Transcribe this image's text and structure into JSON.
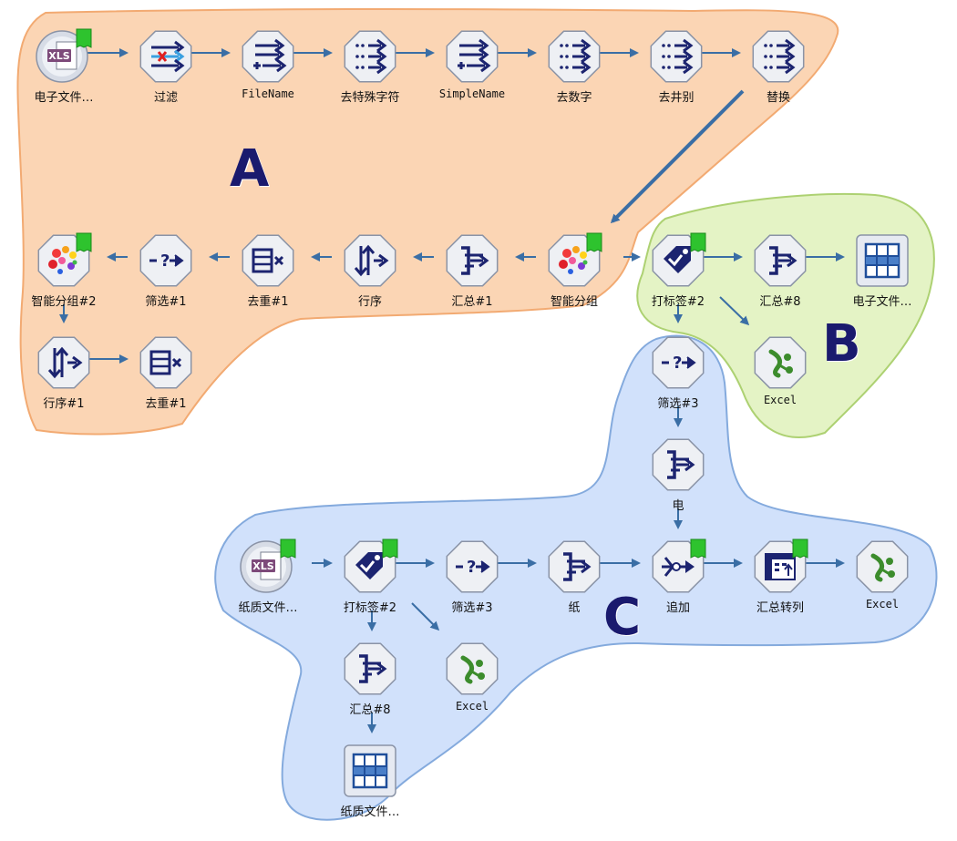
{
  "regions": [
    {
      "id": "A",
      "label": "A",
      "fill": "#fbd3b0",
      "stroke": "#f2a66b"
    },
    {
      "id": "B",
      "label": "B",
      "fill": "#e3f3c2",
      "stroke": "#a9cf6b"
    },
    {
      "id": "C",
      "label": "C",
      "fill": "#cfe0fb",
      "stroke": "#7ea6dc"
    }
  ],
  "colors": {
    "arrow": "#3a6ea5",
    "node_fill": "#eef0f4",
    "node_stroke": "#8a93a6",
    "glyph": "#1c2470",
    "flag": "#2ec32e",
    "excel_green": "#3c8c2c"
  },
  "nodes": {
    "a_src": {
      "label": "电子文件…",
      "icon": "xls-source-icon",
      "flag": true
    },
    "a_filter": {
      "label": "过滤",
      "icon": "filter-icon"
    },
    "a_filename": {
      "label": "FileName",
      "icon": "derive-icon"
    },
    "a_strip": {
      "label": "去特殊字符",
      "icon": "filler-icon"
    },
    "a_simplename": {
      "label": "SimpleName",
      "icon": "derive-icon"
    },
    "a_digits": {
      "label": "去数字",
      "icon": "filler-icon"
    },
    "a_hash": {
      "label": "去井别",
      "icon": "filler-icon"
    },
    "a_replace": {
      "label": "替换",
      "icon": "filler-icon"
    },
    "a_smart": {
      "label": "智能分组",
      "icon": "cluster-icon",
      "flag": true
    },
    "a_agg1": {
      "label": "汇总#1",
      "icon": "aggregate-icon"
    },
    "a_sort": {
      "label": "行序",
      "icon": "sort-icon"
    },
    "a_dedup1": {
      "label": "去重#1",
      "icon": "distinct-icon"
    },
    "a_select1": {
      "label": "筛选#1",
      "icon": "select-icon"
    },
    "a_smart2": {
      "label": "智能分组#2",
      "icon": "cluster-icon",
      "flag": true
    },
    "a_sort1": {
      "label": "行序#1",
      "icon": "sort-icon"
    },
    "a_dedup1b": {
      "label": "去重#1",
      "icon": "distinct-icon"
    },
    "b_tag2": {
      "label": "打标签#2",
      "icon": "tag-icon",
      "flag": true
    },
    "b_agg8": {
      "label": "汇总#8",
      "icon": "aggregate-icon"
    },
    "b_file": {
      "label": "电子文件…",
      "icon": "table-output-icon"
    },
    "b_excel": {
      "label": "Excel",
      "icon": "excel-icon"
    },
    "c_select3top": {
      "label": "筛选#3",
      "icon": "select-icon"
    },
    "c_elec": {
      "label": "电",
      "icon": "aggregate-icon"
    },
    "c_src": {
      "label": "纸质文件…",
      "icon": "xls-source-icon",
      "flag": true
    },
    "c_tag2": {
      "label": "打标签#2",
      "icon": "tag-icon",
      "flag": true
    },
    "c_select3": {
      "label": "筛选#3",
      "icon": "select-icon"
    },
    "c_paper": {
      "label": "纸",
      "icon": "aggregate-icon"
    },
    "c_append": {
      "label": "追加",
      "icon": "append-icon",
      "flag": true
    },
    "c_transpose": {
      "label": "汇总转列",
      "icon": "transpose-icon",
      "flag": true
    },
    "c_excel": {
      "label": "Excel",
      "icon": "excel-icon"
    },
    "c_excel2": {
      "label": "Excel",
      "icon": "excel-icon"
    },
    "c_agg8": {
      "label": "汇总#8",
      "icon": "aggregate-icon"
    },
    "c_file": {
      "label": "纸质文件…",
      "icon": "table-output-icon"
    }
  }
}
